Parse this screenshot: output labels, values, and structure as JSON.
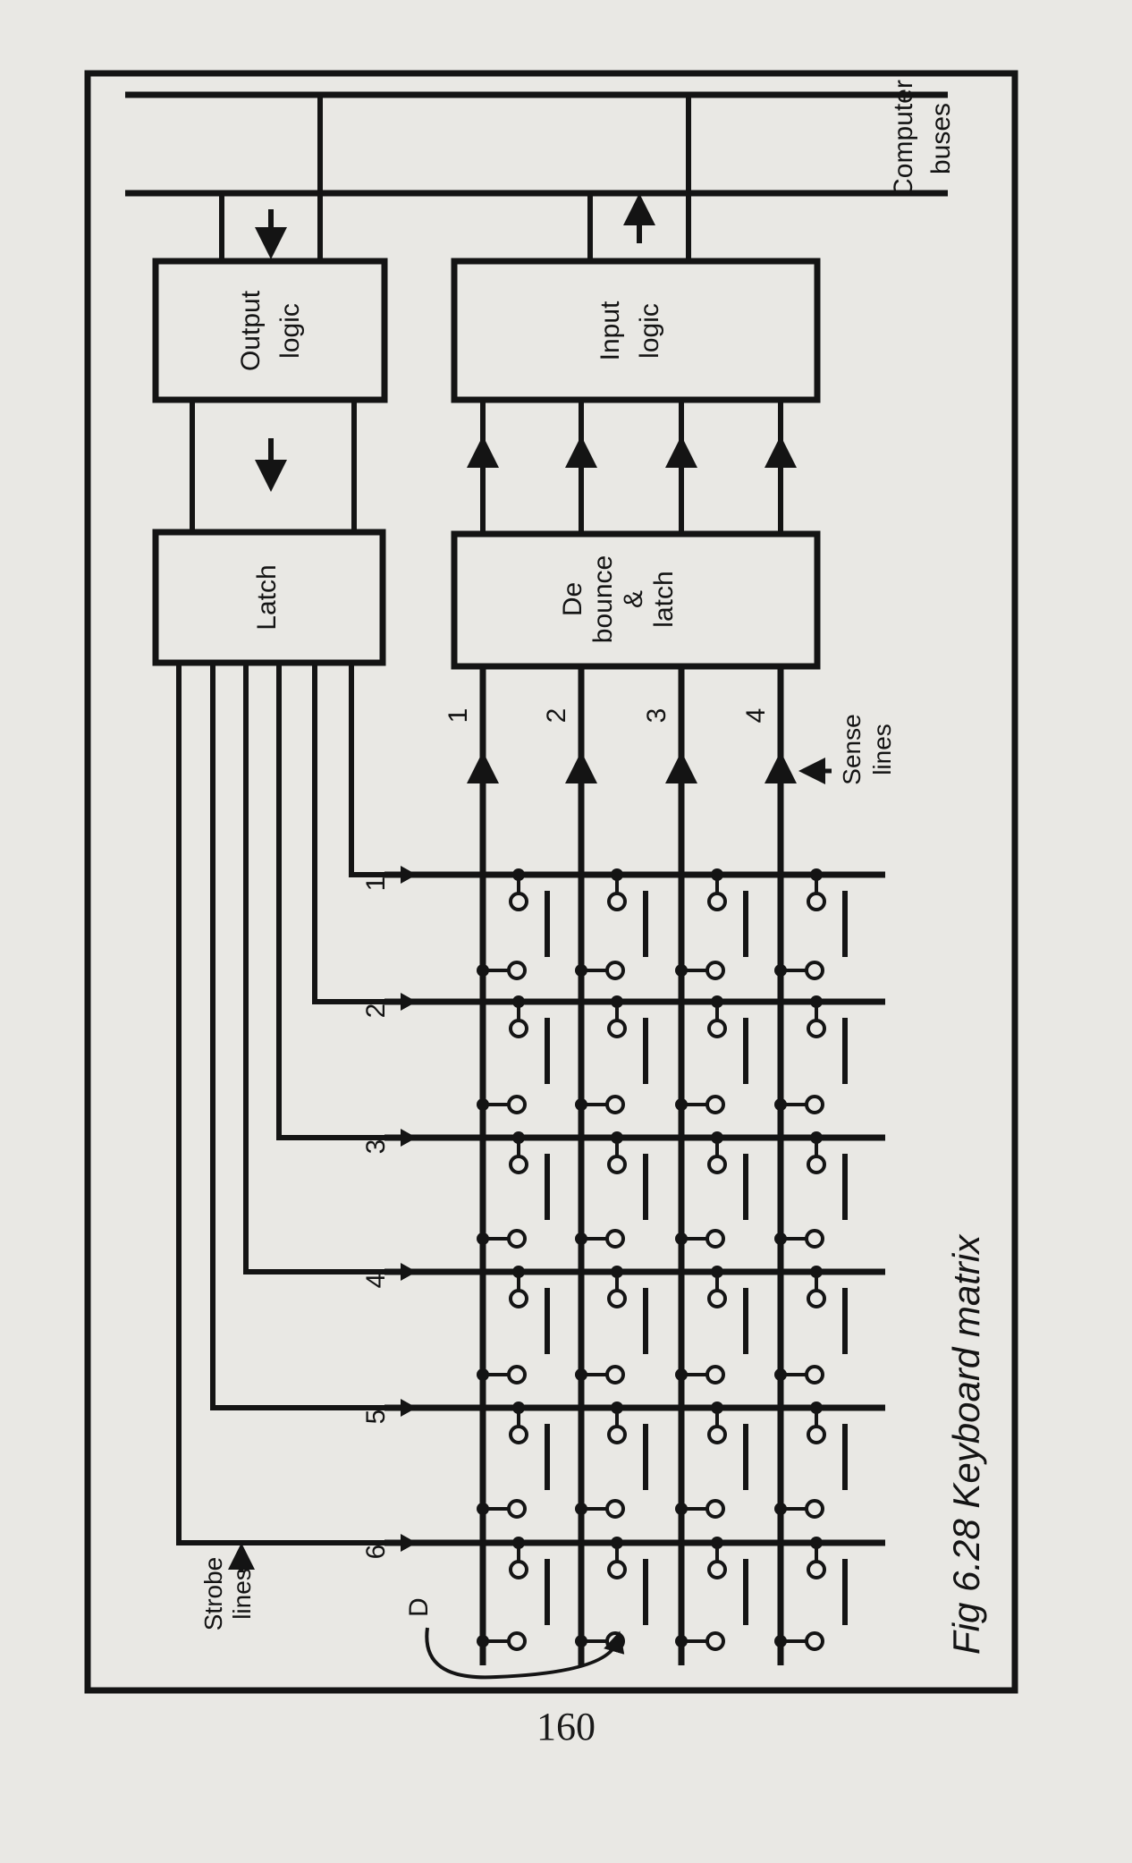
{
  "caption": "Fig 6.28 Keyboard matrix",
  "page_number": "160",
  "labels": {
    "computer_buses": [
      "Computer",
      "buses"
    ],
    "output_logic": [
      "Output",
      "logic"
    ],
    "input_logic": [
      "Input",
      "logic"
    ],
    "latch": "Latch",
    "debounce_latch": [
      "De",
      "bounce",
      "&",
      "latch"
    ],
    "sense_lines": [
      "Sense",
      "lines"
    ],
    "strobe_lines": [
      "Strobe",
      "lines"
    ],
    "diode_marker": "D"
  },
  "strobe_numbers": [
    "1",
    "2",
    "3",
    "4",
    "5",
    "6"
  ],
  "sense_numbers": [
    "1",
    "2",
    "3",
    "4"
  ],
  "colors": {
    "ink": "#141414",
    "paper": "#e9e8e4"
  }
}
